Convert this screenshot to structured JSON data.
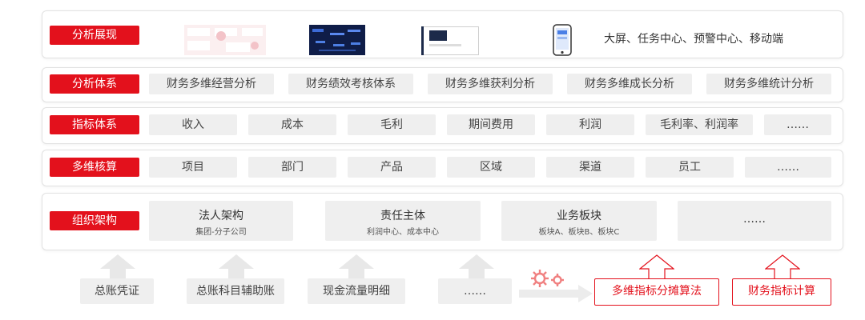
{
  "colors": {
    "accent": "#e3111c",
    "cell": "#efefef",
    "arrow": "#e6e6e6"
  },
  "rows": {
    "display": {
      "tag": "分析展现",
      "text": "大屏、任务中心、预警中心、移动端"
    },
    "analysis": {
      "tag": "分析体系",
      "items": [
        "财务多维经营分析",
        "财务绩效考核体系",
        "财务多维获利分析",
        "财务多维成长分析",
        "财务多维统计分析"
      ]
    },
    "indicator": {
      "tag": "指标体系",
      "items": [
        "收入",
        "成本",
        "毛利",
        "期间费用",
        "利润",
        "毛利率、利润率",
        "……"
      ]
    },
    "accounting": {
      "tag": "多维核算",
      "items": [
        "项目",
        "部门",
        "产品",
        "区域",
        "渠道",
        "员工",
        "……"
      ]
    },
    "org": {
      "tag": "组织架构",
      "items": [
        {
          "title": "法人架构",
          "sub": "集团-分子公司"
        },
        {
          "title": "责任主体",
          "sub": "利润中心、成本中心"
        },
        {
          "title": "业务板块",
          "sub": "板块A、板块B、板块C"
        },
        {
          "title": "……",
          "sub": ""
        }
      ]
    }
  },
  "sources": [
    "总账凭证",
    "总账科目辅助账",
    "现金流量明细",
    "……",
    "多维指标分摊算法",
    "财务指标计算"
  ],
  "icons": {
    "gear": "gear-icon",
    "phone": "phone-icon"
  }
}
